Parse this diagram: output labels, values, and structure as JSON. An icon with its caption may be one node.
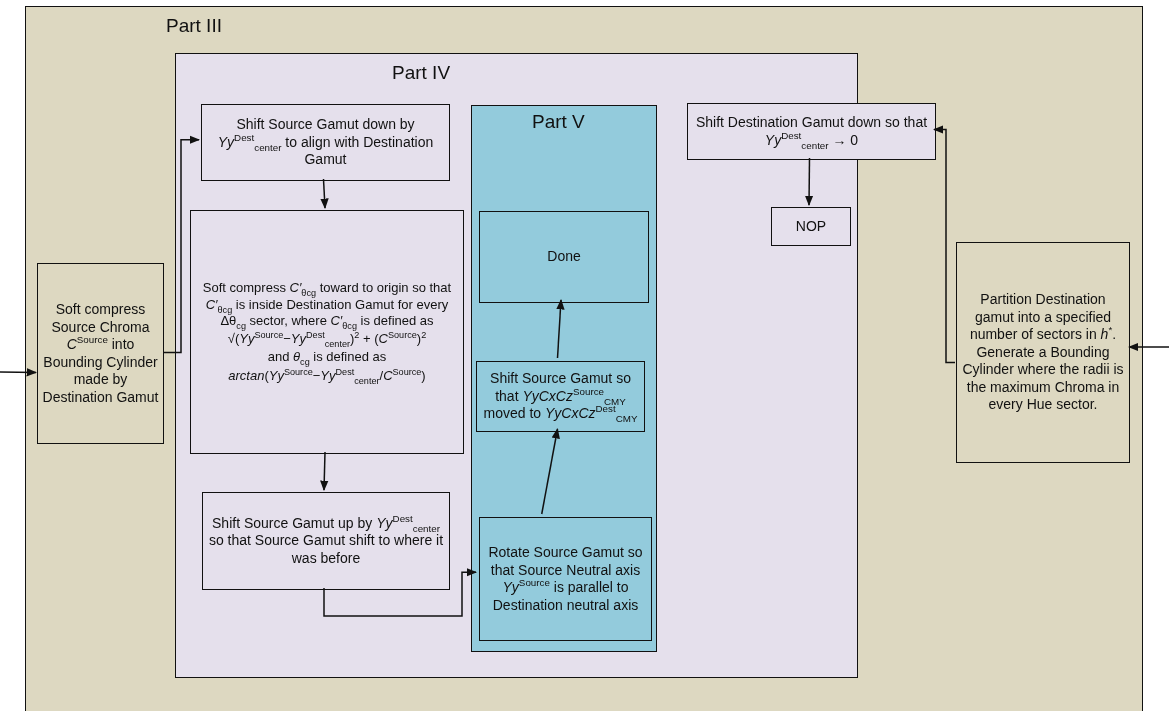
{
  "diagram": {
    "nodes": [
      {
        "text": [
          "Part III"
        ]
      },
      {
        "text": [
          "Part IV"
        ],
        "in": 0
      },
      {
        "text": [
          "Soft compress Source Chroma *C*$^{Source}$ into Bounding Cylinder made by Destination Gamut"
        ],
        "in": 0
      },
      {
        "text": [
          "Shift Source Gamut down by *Yy*$^{Dest}$$_{center}$ to align with Destination Gamut"
        ],
        "in": 1
      },
      {
        "text": [
          "Soft compress *C′*$_{θcg}$ toward to origin so that *C′*$_{θcg}$ is inside Destination Gamut for every Δθ$_{cg}$ sector, where *C′*$_{θcg}$ is defined as",
          "√(*Yy*$^{Source}$−*Yy*$^{Dest}$$_{center}$)$^{2}$ + (*C*$^{Source}$)$^{2}$",
          "and *θ*$_{cg}$ is defined as",
          "*arctan*(*Yy*$^{Source}$−*Yy*$^{Dest}$$_{center}$/*C*$^{Source}$)"
        ],
        "in": 1
      },
      {
        "text": [
          "Shift Source Gamut up by *Yy*$^{Dest}$$_{center}$ so that Source Gamut shift to where it was before"
        ],
        "in": 1
      },
      {
        "text": [
          "Part V"
        ],
        "in": 1
      },
      {
        "text": [
          "Done"
        ],
        "in": 6
      },
      {
        "text": [
          "Shift Source Gamut so that *YyCxCz*$^{Source}$$_{CMY}$ moved to *YyCxCz*$^{Dest}$$_{CMY}$"
        ],
        "in": 6
      },
      {
        "text": [
          "Rotate Source Gamut so that Source Neutral axis *Yy*$^{Source}$ is parallel to Destination neutral axis"
        ],
        "in": 6
      },
      {
        "text": [
          "Shift Destination Gamut down so that *Yy*$^{Dest}$$_{center}$ → 0"
        ],
        "in": 1
      },
      {
        "text": [
          "NOP"
        ],
        "in": 1
      },
      {
        "text": [
          "Partition Destination gamut into a specified number of sectors in *h*$^{*}$. Generate a Bounding Cylinder where the radii is the maximum Chroma in every Hue sector."
        ],
        "in": 0
      }
    ],
    "edges": [
      {
        "from": null,
        "to": 2,
        "arrow": "to"
      },
      {
        "from": 2,
        "to": 3,
        "arrow": "to"
      },
      {
        "from": 3,
        "to": 4,
        "arrow": "to"
      },
      {
        "from": 4,
        "to": 5,
        "arrow": "to"
      },
      {
        "from": 5,
        "to": 9,
        "arrow": "to"
      },
      {
        "from": 9,
        "to": 8,
        "arrow": "to"
      },
      {
        "from": 8,
        "to": 7,
        "arrow": "to"
      },
      {
        "from": 12,
        "to": 10,
        "arrow": "to"
      },
      {
        "from": 10,
        "to": 11,
        "arrow": "to"
      },
      {
        "from": null,
        "to": 12,
        "arrow": "to"
      }
    ]
  }
}
